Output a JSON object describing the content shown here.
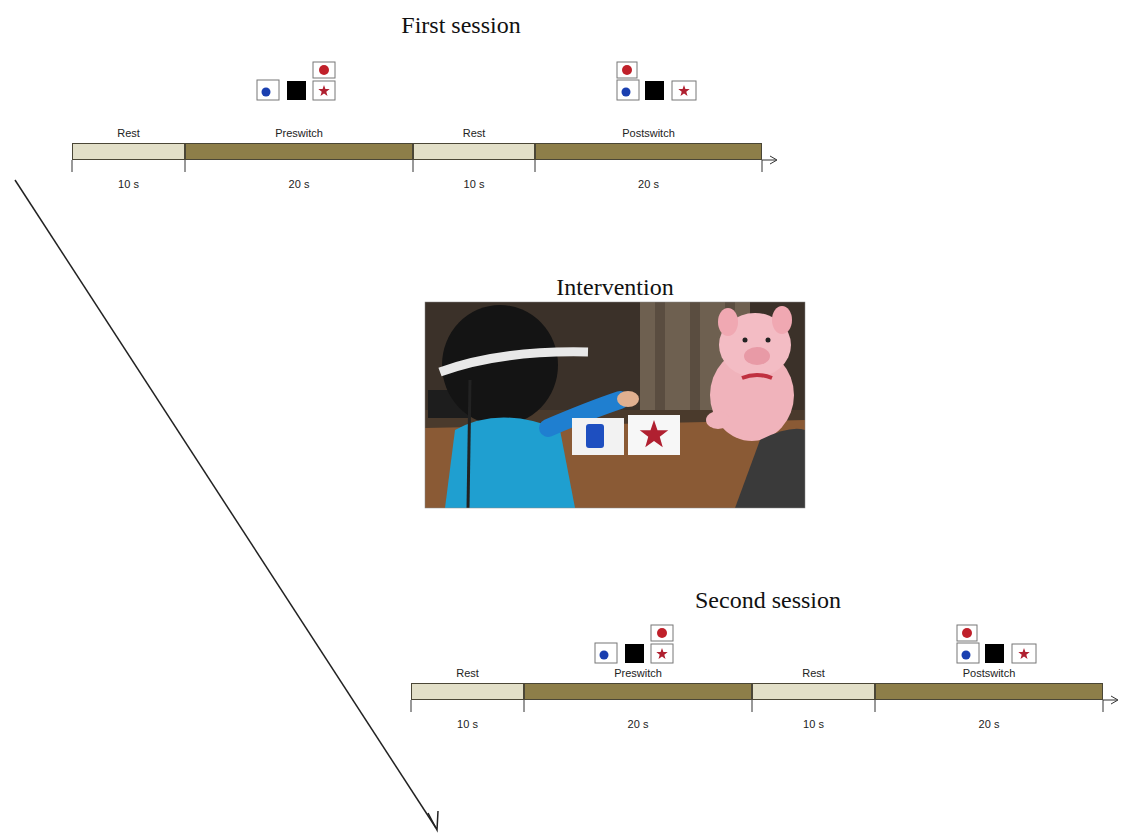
{
  "diagram": {
    "nodes": [
      {
        "text": [
          "Rest",
          "10 s"
        ]
      },
      {
        "text": [
          "Preswitch",
          "20 s"
        ]
      },
      {
        "text": [
          "Rest",
          "10 s"
        ]
      },
      {
        "text": [
          "Postswitch",
          "20 s"
        ]
      },
      {
        "text": [
          "Rest",
          "10 s"
        ]
      },
      {
        "text": [
          "Preswitch",
          "20 s"
        ]
      },
      {
        "text": [
          "Rest",
          "10 s"
        ]
      },
      {
        "text": [
          "Postswitch",
          "20 s"
        ]
      }
    ],
    "labels": [
      "First session",
      "Intervention",
      "Second session"
    ]
  }
}
